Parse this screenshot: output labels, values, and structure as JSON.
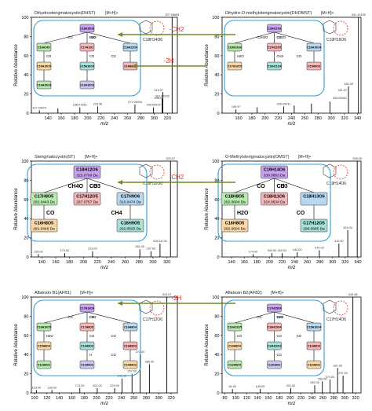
{
  "figure": {
    "arrow_label_ch2": "-CH2",
    "arrow_label_2h": "-2H"
  },
  "chart_data": [
    {
      "type": "bar",
      "title": "Dihydrosterigmatocystin(DHST)",
      "ion": "[M+H]+",
      "formula": "C18H14O6",
      "xlabel": "m/z",
      "ylabel": "Relative Abundance",
      "xlim": [
        115,
        335
      ],
      "ylim": [
        0,
        100
      ],
      "xticks": [
        140,
        160,
        180,
        200,
        220,
        240,
        260,
        280,
        300,
        320
      ],
      "yticks": [
        0,
        20,
        40,
        60,
        80,
        100
      ],
      "peaks": [
        {
          "mz": 127.03474,
          "rel": 3,
          "label": "127.03474"
        },
        {
          "mz": 155.0,
          "rel": 5,
          "label": ""
        },
        {
          "mz": 188.07351,
          "rel": 6,
          "label": "188.07351"
        },
        {
          "mz": 215.06,
          "rel": 7,
          "label": "215.06"
        },
        {
          "mz": 271.06044,
          "rel": 9,
          "label": "271.06044"
        },
        {
          "mz": 299.05914,
          "rel": 6,
          "label": "299.05914"
        },
        {
          "mz": 312.06208,
          "rel": 15,
          "label": "312.06208"
        },
        {
          "mz": 313.07,
          "rel": 22,
          "label": ""
        },
        {
          "mz": 327.08653,
          "rel": 100,
          "label": "327.08653"
        }
      ],
      "side_labels": [
        "298.04",
        "313.07"
      ],
      "fragments": [
        "C18H15O6",
        "C16H14O",
        "C17H12O",
        "C16H12O4",
        "C15H10O5",
        "C15H10O4",
        "C14H8O4",
        "C14H10O3",
        "C13H10O3"
      ],
      "losses": [
        "CO",
        "H2O",
        "CH3",
        "CO",
        "CO",
        "CO"
      ]
    },
    {
      "type": "bar",
      "title": "Dihydro-O-methylsterigmatocystin(DHOMST)",
      "ion": "[M+H]+",
      "formula": "C19H16O6",
      "xlabel": "m/z",
      "ylabel": "Relative Abundance",
      "xlim": [
        135,
        345
      ],
      "ylim": [
        0,
        100
      ],
      "xticks": [
        160,
        180,
        200,
        220,
        240,
        260,
        280,
        300,
        320,
        340
      ],
      "yticks": [
        0,
        20,
        40,
        60,
        80,
        100
      ],
      "peaks": [
        {
          "mz": 155.97,
          "rel": 4,
          "label": "155.97"
        },
        {
          "mz": 188.0,
          "rel": 6,
          "label": ""
        },
        {
          "mz": 228.04231,
          "rel": 7,
          "label": "228.04231"
        },
        {
          "mz": 244.0,
          "rel": 8,
          "label": ""
        },
        {
          "mz": 270.06,
          "rel": 10,
          "label": ""
        },
        {
          "mz": 298.0,
          "rel": 12,
          "label": ""
        },
        {
          "mz": 326.05,
          "rel": 28,
          "label": "326.05"
        },
        {
          "mz": 341.10155,
          "rel": 100,
          "label": "341.10155"
        }
      ],
      "side_labels": [
        "326.05941",
        "311.07"
      ],
      "fragments": [
        "C19H17O6",
        "C18H13O6",
        "C17H12O5",
        "C16H10O4",
        "C17H13O5",
        "C16H11O4",
        "C15H9O3"
      ],
      "losses": [
        "C2H2O",
        "CH2O",
        "CO",
        "H2O",
        "CH3",
        "CO",
        "H2",
        "CO"
      ]
    },
    {
      "type": "bar",
      "title": "Sterigmatocystin(ST)",
      "ion": "[M+H]+",
      "formula": "C18H12O6",
      "xlabel": "m/z",
      "ylabel": "Relative Abundance",
      "xlim": [
        125,
        335
      ],
      "ylim": [
        0,
        100
      ],
      "xticks": [
        140,
        160,
        180,
        200,
        220,
        240,
        260,
        280,
        300,
        320
      ],
      "yticks": [
        0,
        20,
        40,
        60,
        80,
        100
      ],
      "peaks": [
        {
          "mz": 135.0,
          "rel": 3,
          "label": "135.00"
        },
        {
          "mz": 173.0,
          "rel": 4,
          "label": "173.00"
        },
        {
          "mz": 213.0,
          "rel": 6,
          "label": "213.00"
        },
        {
          "mz": 281.0,
          "rel": 8,
          "label": "281.00"
        },
        {
          "mz": 297.0,
          "rel": 6,
          "label": "297.00"
        },
        {
          "mz": 310.0474,
          "rel": 14,
          "label": "310.04742"
        },
        {
          "mz": 325.07,
          "rel": 100,
          "label": "325.07"
        }
      ],
      "side_labels": [],
      "fragments": [
        {
          "formula": "C18H12O6",
          "mass": "325.0709 Da"
        },
        {
          "formula": "C17H8O5",
          "mass": "292.0443 Da"
        },
        {
          "formula": "C17H12O5",
          "mass": "297.0757 Da"
        },
        {
          "formula": "C17H9O6",
          "mass": "310.0474 Da"
        },
        {
          "formula": "C16H8O5",
          "mass": "281.0446 Da"
        },
        {
          "formula": "C16H9O5",
          "mass": "292.0525 Da"
        }
      ],
      "losses": [
        "CH4O",
        "CO",
        "CH3",
        "CO",
        "CH4",
        "CO"
      ]
    },
    {
      "type": "bar",
      "title": "O-Methylsterigmatocystin(OMST)",
      "ion": "[M+H]+",
      "formula": "C19H14O6",
      "xlabel": "m/z",
      "ylabel": "Relative Abundance",
      "xlim": [
        125,
        345
      ],
      "ylim": [
        0,
        100
      ],
      "xticks": [
        140,
        160,
        180,
        200,
        220,
        240,
        260,
        280,
        300,
        320,
        340
      ],
      "yticks": [
        0,
        20,
        40,
        60,
        80,
        100
      ],
      "peaks": [
        {
          "mz": 174.0,
          "rel": 3,
          "label": "174.00"
        },
        {
          "mz": 204.0,
          "rel": 4,
          "label": "204.00"
        },
        {
          "mz": 220.0,
          "rel": 4,
          "label": "220.00"
        },
        {
          "mz": 244.0,
          "rel": 5,
          "label": "244.00"
        },
        {
          "mz": 279.0,
          "rel": 7,
          "label": "279.00"
        },
        {
          "mz": 310.0,
          "rel": 14,
          "label": "310.00"
        },
        {
          "mz": 324.0,
          "rel": 28,
          "label": "324.00"
        },
        {
          "mz": 339.0,
          "rel": 100,
          "label": "339.00"
        }
      ],
      "side_labels": [],
      "fragments": [
        {
          "formula": "C19H14O6",
          "mass": "339.0863 Da"
        },
        {
          "formula": "C18H8O5",
          "mass": "292.0604 Da"
        },
        {
          "formula": "C18H11O6",
          "mass": "324.0634 Da"
        },
        {
          "formula": "C18H13O6",
          "mass": ""
        },
        {
          "formula": "C16H8O5",
          "mass": "292.0604 Da"
        },
        {
          "formula": "C17H12O5",
          "mass": "296.0685 Da"
        },
        {
          "formula": "C17H9O4",
          "mass": "282.0593 Da"
        }
      ],
      "losses": [
        "CO",
        "CH3",
        "CO",
        "H2O",
        "CO"
      ]
    },
    {
      "type": "bar",
      "title": "Aflatoxin B1(AFB1)",
      "ion": "[M+H]+",
      "formula": "C17H12O6",
      "xlabel": "m/z",
      "ylabel": "Relative Abundance",
      "xlim": [
        95,
        330
      ],
      "ylim": [
        0,
        100
      ],
      "xticks": [
        100,
        120,
        140,
        160,
        180,
        200,
        220,
        240,
        260,
        280,
        300,
        320
      ],
      "yticks": [
        0,
        20,
        40,
        60,
        80,
        100
      ],
      "peaks": [
        {
          "mz": 103.0,
          "rel": 3,
          "label": "103.00"
        },
        {
          "mz": 128.0,
          "rel": 3,
          "label": "128.00"
        },
        {
          "mz": 173.0,
          "rel": 5,
          "label": "173.00"
        },
        {
          "mz": 201.0,
          "rel": 5,
          "label": "201.00"
        },
        {
          "mz": 229.0,
          "rel": 5,
          "label": "229.00"
        },
        {
          "mz": 241.0,
          "rel": 15,
          "label": "241.00"
        },
        {
          "mz": 257.0,
          "rel": 20,
          "label": "257.00"
        },
        {
          "mz": 270.0,
          "rel": 40,
          "label": "270.00"
        },
        {
          "mz": 285.0,
          "rel": 30,
          "label": "285.00"
        },
        {
          "mz": 313.07,
          "rel": 100,
          "label": "313.07"
        }
      ],
      "side_labels": [],
      "fragments": [
        "C17H13O6",
        "C16H10O5",
        "C17H8O5",
        "C16H8O4",
        "C15H8O4",
        "C14H8O3",
        "C13H8O3",
        "C12H8O2",
        "C13H8O2",
        "C14H8O2"
      ],
      "losses": [
        "CO",
        "CH3",
        "CO",
        "H2O",
        "CO",
        "CO",
        "H",
        "CO"
      ]
    },
    {
      "type": "bar",
      "title": "Aflatoxin B2(AFB2)",
      "ion": "[M+H]+",
      "formula": "C17H14O6",
      "xlabel": "m/z",
      "ylabel": "Relative Abundance",
      "xlim": [
        75,
        330
      ],
      "ylim": [
        0,
        100
      ],
      "xticks": [
        80,
        100,
        120,
        140,
        160,
        180,
        200,
        220,
        240,
        260,
        280,
        300,
        320
      ],
      "yticks": [
        0,
        20,
        40,
        60,
        80,
        100
      ],
      "peaks": [
        {
          "mz": 94.0,
          "rel": 4,
          "label": "94.00"
        },
        {
          "mz": 145.0,
          "rel": 4,
          "label": "145.00"
        },
        {
          "mz": 201.0,
          "rel": 5,
          "label": "201.00"
        },
        {
          "mz": 245.0,
          "rel": 8,
          "label": "245.00"
        },
        {
          "mz": 259.0,
          "rel": 12,
          "label": "259.00"
        },
        {
          "mz": 273.0,
          "rel": 14,
          "label": "273.00"
        },
        {
          "mz": 287.0,
          "rel": 26,
          "label": "287.00"
        },
        {
          "mz": 297.0,
          "rel": 18,
          "label": "297.00"
        },
        {
          "mz": 315.08,
          "rel": 100,
          "label": "315.08"
        }
      ],
      "side_labels": [],
      "fragments": [
        "C17H15O6",
        "C16H12O5",
        "C16H10O4",
        "C15H10O4",
        "C14H8O4",
        "C14H10O3",
        "C13H8O3",
        "C12H8O3",
        "C12H8O2",
        "C11H8O2"
      ],
      "losses": [
        "CO",
        "H2O",
        "CH3",
        "CO",
        "CO",
        "CO",
        "CO"
      ]
    }
  ]
}
